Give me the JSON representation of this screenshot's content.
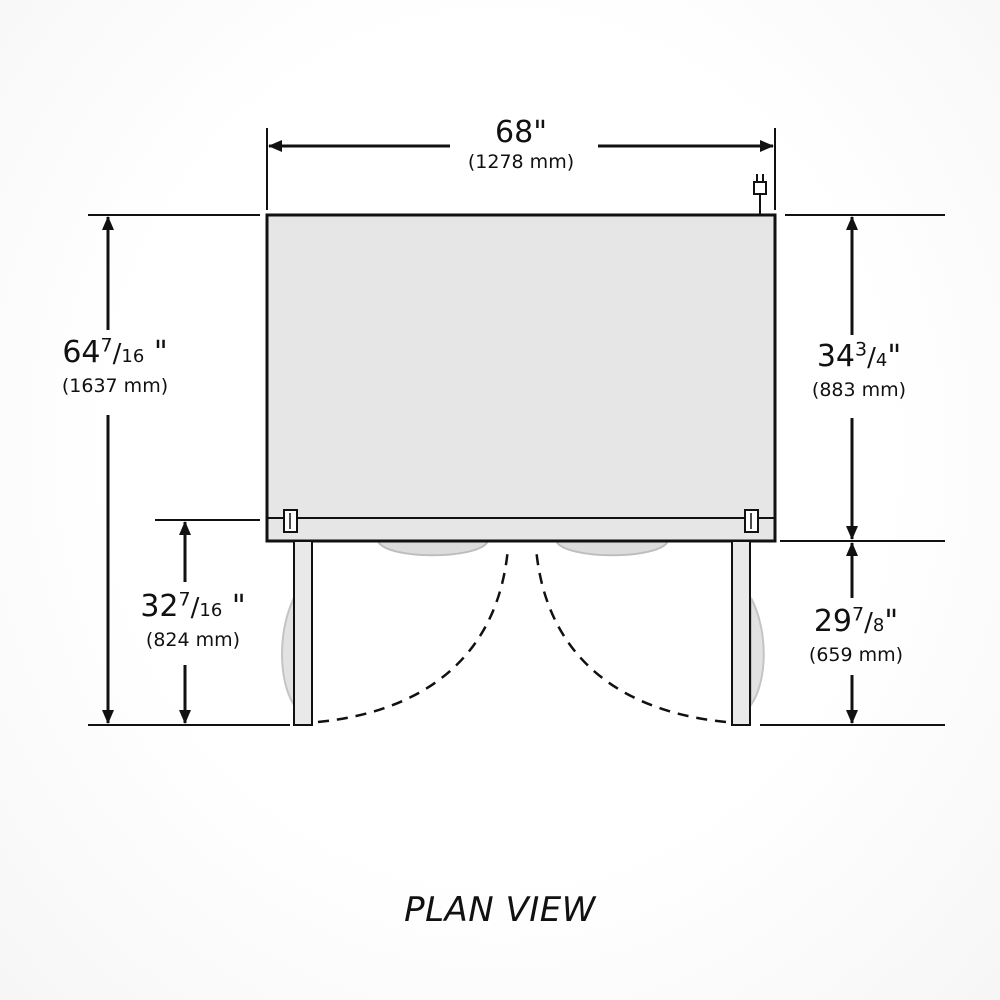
{
  "title": "PLAN VIEW",
  "dimensions": {
    "width": {
      "whole": "68",
      "num": "",
      "den": "",
      "unit": "\"",
      "metric": "(1278 mm)"
    },
    "overall_depth": {
      "whole": "64",
      "num": "7",
      "den": "16",
      "unit": " \"",
      "metric": "(1637 mm)"
    },
    "cabinet_depth": {
      "whole": "34",
      "num": "3",
      "den": "4",
      "unit": "\"",
      "metric": "(883 mm)"
    },
    "door_clearance_left": {
      "whole": "32",
      "num": "7",
      "den": "16",
      "unit": " \"",
      "metric": "(824 mm)"
    },
    "door_clearance_right": {
      "whole": "29",
      "num": "7",
      "den": "8",
      "unit": "\"",
      "metric": "(659 mm)"
    }
  },
  "colors": {
    "cabinet_fill": "#e6e6e6",
    "line": "#111111",
    "shadow": "#cfcfcf"
  }
}
